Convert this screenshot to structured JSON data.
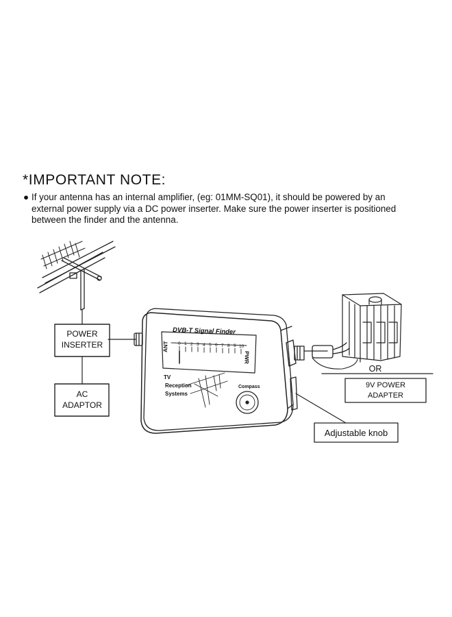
{
  "title": "*IMPORTANT  NOTE:",
  "note": {
    "bullet": "●",
    "lines": [
      "If your antenna has an internal amplifier, (eg: 01MM-SQ01), it should be powered by an",
      "external power supply via a DC power inserter. Make sure the power inserter is positioned",
      "between the finder and the antenna."
    ]
  },
  "diagram": {
    "power_inserter": [
      "POWER",
      "INSERTER"
    ],
    "ac_adaptor": [
      "AC",
      "ADAPTOR"
    ],
    "or": "OR",
    "power_adapter": [
      "9V POWER",
      "ADAPTER"
    ],
    "adjustable_knob": "Adjustable knob",
    "device": {
      "name": "DVB-T Signal Finder",
      "ant": "ANT",
      "pwr": "PWR",
      "scale": [
        "0",
        "1",
        "2",
        "3",
        "4",
        "5",
        "6",
        "7",
        "8",
        "9",
        "10"
      ],
      "logo_lines": [
        "TV",
        "Reception",
        "Systems"
      ],
      "compass": "Compass"
    }
  }
}
